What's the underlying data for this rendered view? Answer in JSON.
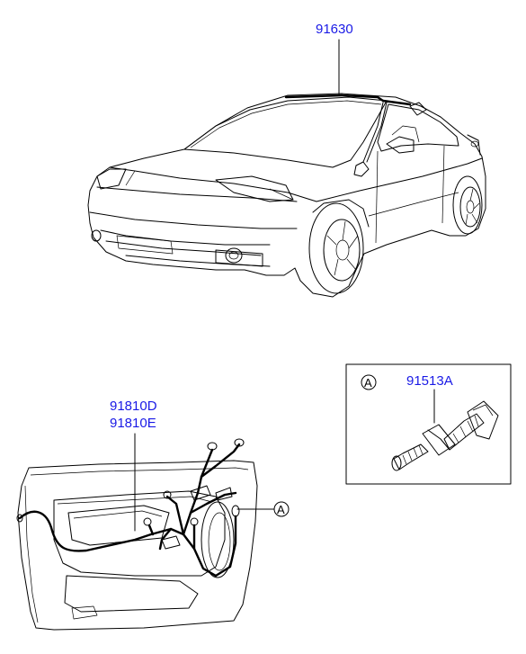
{
  "parts": {
    "roof_harness": "91630",
    "door_harness_a": "91810D",
    "door_harness_b": "91810E",
    "grommet": "91513A"
  },
  "detail_ref": {
    "letter_box": "A",
    "letter_door": "A"
  },
  "colors": {
    "part_label": "#1a1ae6",
    "line": "#000000"
  }
}
